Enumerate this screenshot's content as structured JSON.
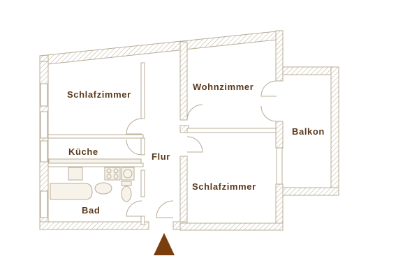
{
  "plan": {
    "rooms": {
      "schlafzimmer_1": "Schlafzimmer",
      "wohnzimmer": "Wohnzimmer",
      "kueche": "Küche",
      "flur": "Flur",
      "balkon": "Balkon",
      "schlafzimmer_2": "Schlafzimmer",
      "bad": "Bad"
    },
    "entrance_marker": "triangle-up-icon",
    "colors": {
      "label": "#5a3a1c",
      "wall_line": "#b8ad97",
      "entrance_marker": "#7a3e0c",
      "background": "#ffffff"
    }
  }
}
